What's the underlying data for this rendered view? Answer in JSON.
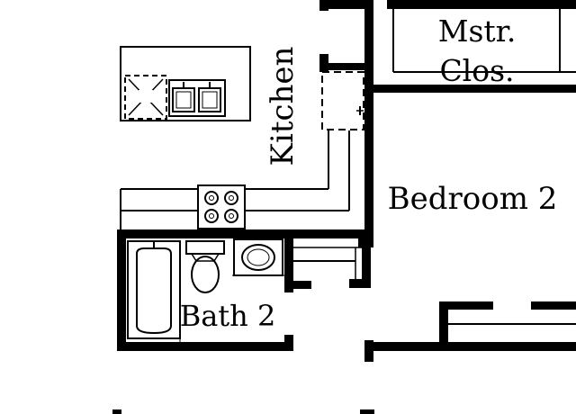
{
  "rooms": {
    "mstr_clos_line1": "Mstr.",
    "mstr_clos_line2": "Clos.",
    "kitchen": "Kitchen",
    "bedroom2": "Bedroom 2",
    "bath2": "Bath 2"
  },
  "colors": {
    "wall": "#000000",
    "background": "#ffffff"
  },
  "icons": [
    "dishwasher-icon",
    "double-sink-icon",
    "cooktop-icon",
    "bathtub-icon",
    "toilet-icon",
    "lavatory-sink-icon"
  ]
}
